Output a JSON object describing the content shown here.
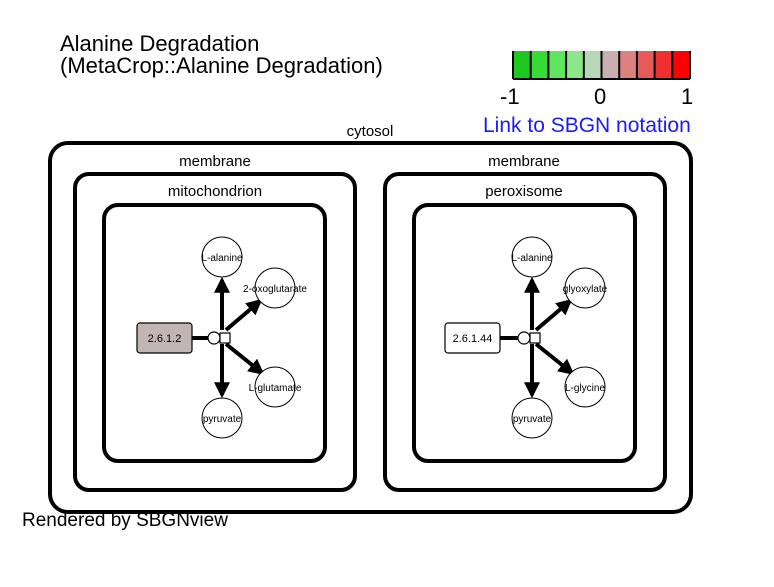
{
  "title": {
    "line1": "Alanine Degradation",
    "line2": "(MetaCrop::Alanine Degradation)"
  },
  "color_scale": {
    "labels": [
      "-1",
      "0",
      "1"
    ],
    "colors": [
      "#1ec81e",
      "#36dc36",
      "#5ee65e",
      "#8ae88a",
      "#b8d6b8",
      "#c8b0b0",
      "#dc8080",
      "#e65a5a",
      "#f03030",
      "#ff0000"
    ]
  },
  "sbgn_link_label": "Link to SBGN notation",
  "footer": "Rendered by SBGNview",
  "compartments": {
    "cytosol": "cytosol",
    "membrane_left": "membrane",
    "membrane_right": "membrane",
    "mitochondrion": "mitochondrion",
    "peroxisome": "peroxisome"
  },
  "reactions": {
    "mito": {
      "enzyme": "2.6.1.2",
      "enzyme_fill": "#c4b5b5",
      "metabolites": {
        "alanine": "L-alanine",
        "keto": "2-oxoglutarate",
        "glu": "L-glutamate",
        "pyr": "pyruvate"
      }
    },
    "perox": {
      "enzyme": "2.6.1.44",
      "enzyme_fill": "#ffffff",
      "metabolites": {
        "alanine": "L-alanine",
        "keto": "glyoxylate",
        "glu": "L-glycine",
        "pyr": "pyruvate"
      }
    }
  }
}
